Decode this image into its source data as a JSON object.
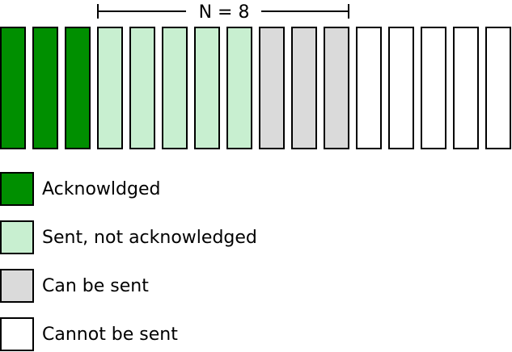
{
  "window_label": "N = 8",
  "colors": {
    "acknowledged": "#008f00",
    "sent_not_acknowledged": "#c8efd0",
    "can_be_sent": "#dadada",
    "cannot_be_sent": "#ffffff",
    "stroke": "#000000"
  },
  "packets": [
    "acknowledged",
    "acknowledged",
    "acknowledged",
    "sent_not_acknowledged",
    "sent_not_acknowledged",
    "sent_not_acknowledged",
    "sent_not_acknowledged",
    "sent_not_acknowledged",
    "can_be_sent",
    "can_be_sent",
    "can_be_sent",
    "cannot_be_sent",
    "cannot_be_sent",
    "cannot_be_sent",
    "cannot_be_sent",
    "cannot_be_sent"
  ],
  "legend": [
    {
      "state": "acknowledged",
      "label": "Acknowldged"
    },
    {
      "state": "sent_not_acknowledged",
      "label": "Sent, not acknowledged"
    },
    {
      "state": "can_be_sent",
      "label": "Can be sent"
    },
    {
      "state": "cannot_be_sent",
      "label": "Cannot be sent"
    }
  ]
}
